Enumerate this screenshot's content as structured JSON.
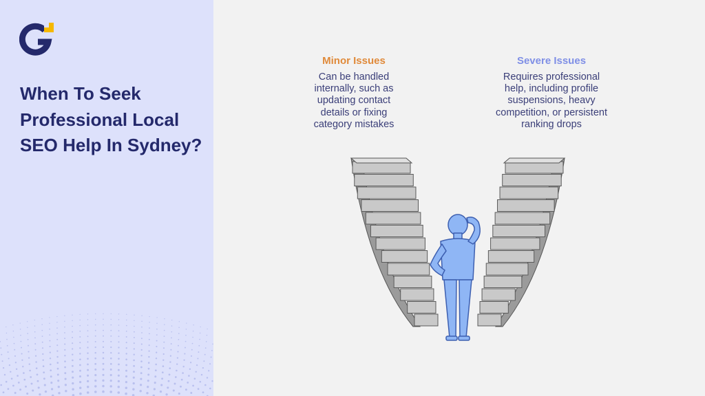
{
  "sidebar": {
    "logo_icon": "g-logo-icon",
    "title": "When To Seek Professional Local SEO Help In Sydney?"
  },
  "issues": [
    {
      "heading": "Minor Issues",
      "description": [
        "Can be handled",
        "internally, such as",
        "updating contact",
        "details or fixing",
        "category mistakes"
      ]
    },
    {
      "heading": "Severe Issues",
      "description": [
        "Requires professional",
        "help, including profile",
        "suspensions, heavy",
        "competition, or persistent",
        "ranking  drops"
      ]
    }
  ],
  "illustration": {
    "icon": "person-at-crossroads-stairs-icon"
  },
  "colors": {
    "sidebar_bg": "#dde1fb",
    "page_bg": "#f2f2f2",
    "title": "#24296b",
    "minor_heading": "#e08a3a",
    "severe_heading": "#7f8fe6",
    "logo_yellow": "#f5b800",
    "person": "#8fb6f5"
  }
}
